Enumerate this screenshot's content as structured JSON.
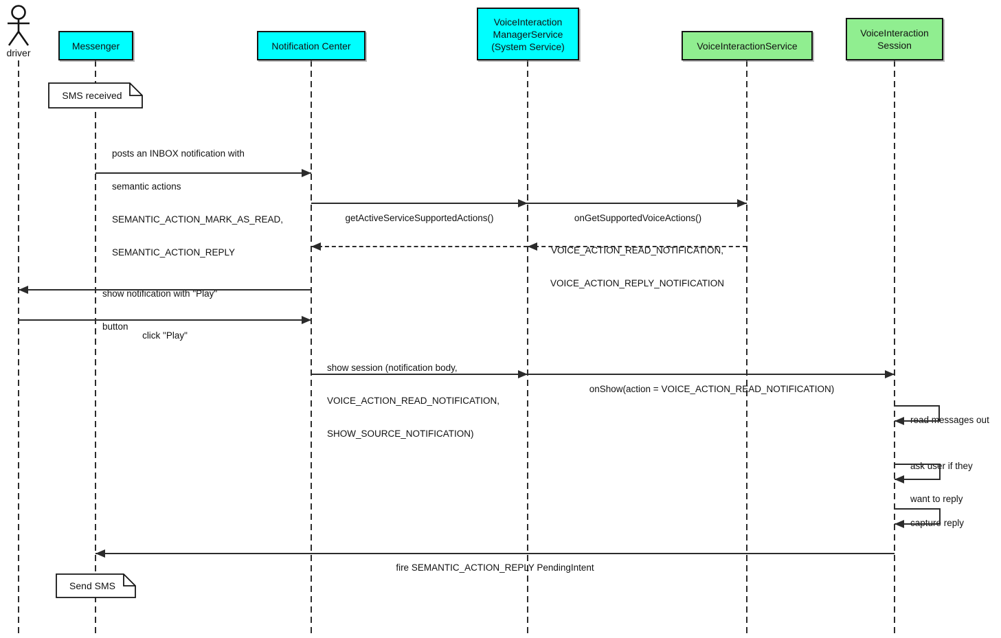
{
  "participants": [
    {
      "id": "driver",
      "type": "actor",
      "label": "driver"
    },
    {
      "id": "messenger",
      "type": "box",
      "color": "#00FFFF",
      "lines": [
        "Messenger"
      ]
    },
    {
      "id": "notification-center",
      "type": "box",
      "color": "#00FFFF",
      "lines": [
        "Notification Center"
      ]
    },
    {
      "id": "voice-interaction-manager-service",
      "type": "box",
      "color": "#00FFFF",
      "lines": [
        "VoiceInteraction",
        "ManagerService",
        "(System Service)"
      ]
    },
    {
      "id": "voice-interaction-service",
      "type": "box",
      "color": "#90EE90",
      "lines": [
        "VoiceInteractionService"
      ]
    },
    {
      "id": "voice-interaction-session",
      "type": "box",
      "color": "#90EE90",
      "lines": [
        "VoiceInteraction",
        "Session"
      ]
    }
  ],
  "notes": [
    {
      "id": "note-sms-received",
      "text": "SMS received"
    },
    {
      "id": "note-send-sms",
      "text": "Send SMS"
    }
  ],
  "messages": [
    {
      "id": "posts-inbox-notification",
      "from": "messenger",
      "to": "notification-center",
      "style": "solid",
      "lines": [
        "posts an INBOX notification with",
        "semantic actions",
        "SEMANTIC_ACTION_MARK_AS_READ,",
        "SEMANTIC_ACTION_REPLY"
      ]
    },
    {
      "id": "get-active-service-supported-actions",
      "from": "notification-center",
      "to": "voice-interaction-manager-service",
      "style": "solid",
      "lines": [
        "getActiveServiceSupportedActions()"
      ]
    },
    {
      "id": "on-get-supported-voice-actions",
      "from": "voice-interaction-manager-service",
      "to": "voice-interaction-service",
      "style": "solid",
      "lines": [
        "onGetSupportedVoiceActions()"
      ]
    },
    {
      "id": "supported-voice-actions-return",
      "from": "voice-interaction-service",
      "to": "notification-center",
      "style": "dashed-return",
      "lines": [
        "VOICE_ACTION_READ_NOTIFICATION,",
        "VOICE_ACTION_REPLY_NOTIFICATION"
      ]
    },
    {
      "id": "show-notification-with-play",
      "from": "notification-center",
      "to": "driver",
      "style": "solid",
      "lines": [
        "show notification with \"Play\"",
        "button"
      ]
    },
    {
      "id": "click-play",
      "from": "driver",
      "to": "notification-center",
      "style": "solid",
      "lines": [
        "click \"Play\""
      ]
    },
    {
      "id": "show-session",
      "from": "notification-center",
      "to": "voice-interaction-manager-service",
      "style": "solid",
      "lines": [
        "show session (notification body,",
        "VOICE_ACTION_READ_NOTIFICATION,",
        "SHOW_SOURCE_NOTIFICATION)"
      ]
    },
    {
      "id": "on-show",
      "from": "voice-interaction-manager-service",
      "to": "voice-interaction-session",
      "style": "solid",
      "lines": [
        "onShow(action = VOICE_ACTION_READ_NOTIFICATION)"
      ]
    },
    {
      "id": "read-messages-out",
      "from": "voice-interaction-session",
      "to": "voice-interaction-session",
      "style": "self",
      "lines": [
        "read messages out"
      ]
    },
    {
      "id": "ask-user-if-they-want-to-reply",
      "from": "voice-interaction-session",
      "to": "voice-interaction-session",
      "style": "self",
      "lines": [
        "ask user if they",
        "want to reply"
      ]
    },
    {
      "id": "capture-reply",
      "from": "voice-interaction-session",
      "to": "voice-interaction-session",
      "style": "self",
      "lines": [
        "capture reply"
      ]
    },
    {
      "id": "fire-pending-intent",
      "from": "voice-interaction-session",
      "to": "messenger",
      "style": "solid",
      "lines": [
        "fire SEMANTIC_ACTION_REPLY PendingIntent"
      ]
    }
  ],
  "colors": {
    "participant_cyan": "#00FFFF",
    "participant_green": "#90EE90",
    "line": "#2b2b2b"
  }
}
